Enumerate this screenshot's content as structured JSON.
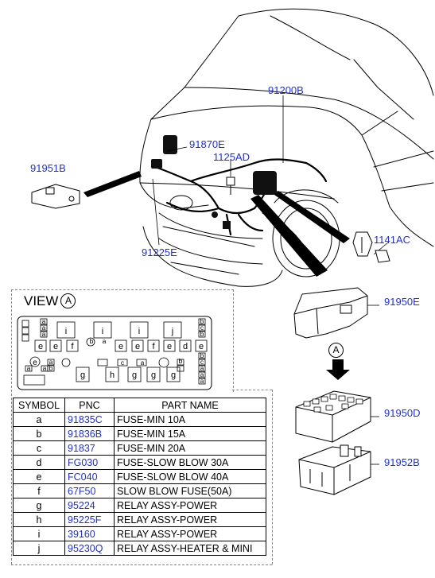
{
  "callouts": {
    "c91200B": "91200B",
    "c91870E": "91870E",
    "c1125AD": "1125AD",
    "c91951B": "91951B",
    "c91225E": "91225E",
    "c1141AC": "1141AC",
    "c91950E": "91950E",
    "c91950D": "91950D",
    "c91952B": "91952B"
  },
  "view": {
    "label": "VIEW",
    "mark": "A"
  },
  "arrow_mark": "A",
  "fusebox_cells": {
    "a": "a",
    "b": "b",
    "c": "c",
    "d": "d",
    "e": "e",
    "f": "f",
    "g": "g",
    "h": "h",
    "i": "i",
    "j": "j"
  },
  "legend": {
    "headers": [
      "SYMBOL",
      "PNC",
      "PART NAME"
    ],
    "rows": [
      {
        "symbol": "a",
        "pnc": "91835C",
        "name": "FUSE-MIN 10A"
      },
      {
        "symbol": "b",
        "pnc": "91836B",
        "name": "FUSE-MIN 15A"
      },
      {
        "symbol": "c",
        "pnc": "91837",
        "name": "FUSE-MIN 20A"
      },
      {
        "symbol": "d",
        "pnc": "FG030",
        "name": "FUSE-SLOW BLOW 30A"
      },
      {
        "symbol": "e",
        "pnc": "FC040",
        "name": "FUSE-SLOW BLOW 40A"
      },
      {
        "symbol": "f",
        "pnc": "67F50",
        "name": "SLOW BLOW FUSE(50A)"
      },
      {
        "symbol": "g",
        "pnc": "95224",
        "name": "RELAY ASSY-POWER"
      },
      {
        "symbol": "h",
        "pnc": "95225F",
        "name": "RELAY ASSY-POWER"
      },
      {
        "symbol": "i",
        "pnc": "39160",
        "name": "RELAY ASSY-POWER"
      },
      {
        "symbol": "j",
        "pnc": "95230Q",
        "name": "RELAY ASSY-HEATER & MINI"
      }
    ]
  }
}
